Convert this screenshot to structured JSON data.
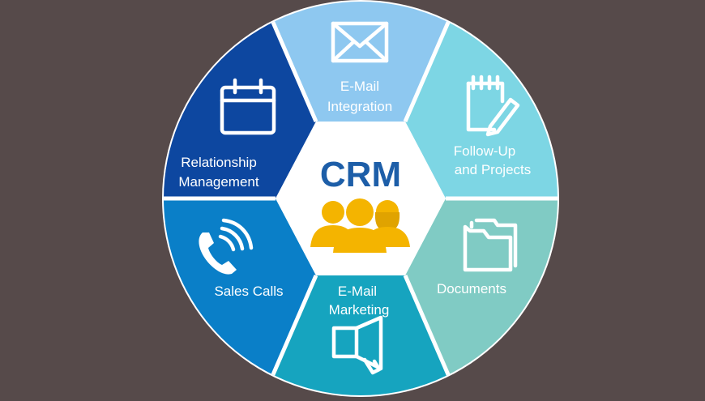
{
  "center": {
    "title": "CRM",
    "icon": "people-group-icon"
  },
  "segments": [
    {
      "id": "email-integration",
      "lines": [
        "E-Mail",
        "Integration"
      ],
      "color": "#8ec8f0",
      "icon": "envelope-icon"
    },
    {
      "id": "follow-up",
      "lines": [
        "Follow-Up",
        "and Projects"
      ],
      "color": "#7dd6e4",
      "icon": "notepad-pencil-icon"
    },
    {
      "id": "documents",
      "lines": [
        "Documents"
      ],
      "color": "#80cbc4",
      "icon": "folder-icon"
    },
    {
      "id": "email-marketing",
      "lines": [
        "E-Mail",
        "Marketing"
      ],
      "color": "#16a4bf",
      "icon": "megaphone-icon"
    },
    {
      "id": "sales-calls",
      "lines": [
        "Sales Calls"
      ],
      "color": "#0a7fc8",
      "icon": "phone-icon"
    },
    {
      "id": "relationship",
      "lines": [
        "Relationship",
        "Management"
      ],
      "color": "#0d47a0",
      "icon": "calendar-icon"
    }
  ],
  "colors": {
    "background": "#564a4a",
    "hexagon": "#ffffff",
    "title": "#1d5ea8",
    "people": "#f4b400"
  }
}
